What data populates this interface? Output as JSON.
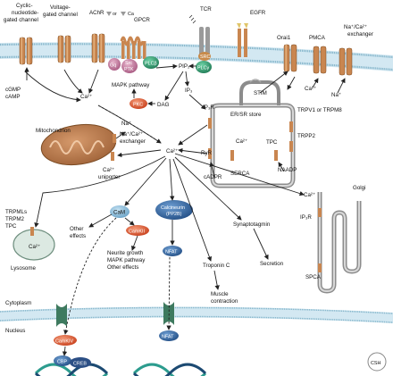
{
  "labels": {
    "cng_channel": "Cyclic-nucleotide-gated channel",
    "cng_line1": "Cyclic-",
    "cng_line2": "nucleotide-",
    "cng_line3": "gated channel",
    "vgc_line1": "Voltage-",
    "vgc_line2": "gated channel",
    "achr": "AChR",
    "or": "or",
    "ca2_top": "Ca",
    "gpcr": "GPCR",
    "tcr": "TCR",
    "egfr": "EGFR",
    "orai1": "Orai1",
    "pmca": "PMCA",
    "naca_ex_line1": "Na⁺/Ca²⁺",
    "naca_ex_line2": "exchanger",
    "cgmp": "cGMP",
    "camp": "cAMP",
    "ca_entry": "Ca²⁺",
    "gq": "Gq",
    "src_gpcr": "Src",
    "ptk": "PTK",
    "plcb": "PLCβ",
    "src_tcr": "SRC",
    "plcg": "PLCγ",
    "pip2": "PIP₂",
    "stim": "STIM",
    "mapk_pathway": "MAPK pathway",
    "pkc": "PKC",
    "dag": "DAG",
    "ip3": "IP₃",
    "ip3r": "IP₃R",
    "er_store": "ER/SR store",
    "trpv1_line1": "TRPV1 or TRPM8",
    "trpp2": "TRPP2",
    "ca_pmca": "Ca²⁺",
    "na_plus": "Na⁺",
    "mitochondrion": "Mitochondrion",
    "na_mito": "Na⁺",
    "naca_mito_line1": "Na⁺/Ca²⁺",
    "naca_mito_line2": "exchanger",
    "ca_center": "Ca²⁺",
    "ca_uniporter_line1": "Ca²⁺",
    "ca_uniporter_line2": "uniporter",
    "ryr": "RyR",
    "cadpr": "cADPR",
    "ca_er": "Ca²⁺",
    "tpc_er": "TPC",
    "serca": "SERCA",
    "naadp": "NAADP",
    "ca_golgi": "Ca²⁺",
    "golgi": "Golgi",
    "ip3r_golgi": "IP₃R",
    "spca": "SPCA",
    "trpmls": "TRPMLs",
    "trpm2": "TRPM2",
    "tpc_lyso": "TPC",
    "ca_lyso": "Ca²⁺",
    "lysosome": "Lysosome",
    "cam": "CaM",
    "other_effects_line1": "Other",
    "other_effects_line2": "effects",
    "camkii": "CamKII",
    "neurite_line1": "Neurite growth",
    "neurite_line2": "MAPK pathway",
    "neurite_line3": "Other effects",
    "calcineurin_line1": "Calcineurin",
    "calcineurin_line2": "(PP2B)",
    "nfat_cyto": "NFAT",
    "troponin": "Troponin C",
    "muscle_line1": "Muscle",
    "muscle_line2": "contraction",
    "synaptotagmin": "Synaptotagmin",
    "secretion": "Secretion",
    "cytoplasm": "Cytoplasm",
    "nucleus": "Nucleus",
    "camkiv": "CamKIV",
    "cbp": "CBP",
    "creb": "CREB",
    "nfat_nuc": "NFAT",
    "logo": "CSH"
  },
  "colors": {
    "membrane_band": "#d3e8f2",
    "membrane_lipid": "#87b7cc",
    "channel": "#c98650",
    "channel_dark": "#7a4a22",
    "mito_fill": "#b87a4e",
    "er_line": "#8c8c8c",
    "gq": "#b06a8a",
    "src_gpcr": "#c78ca8",
    "plc": "#2e9a6e",
    "src_tcr": "#c88a4a",
    "pkc": "#e1552f",
    "camkii": "#e1552f",
    "camkiv": "#e1552f",
    "cam": "#87b9d6",
    "calcineurin": "#3b6fa6",
    "nfat": "#3b6fa6",
    "cbp": "#3b6fa6",
    "creb": "#2c4f85",
    "dna_teal": "#2c9c8e",
    "dna_dark": "#1c4a72",
    "egfr": "#e0c56a",
    "tcr": "#9a9a9a"
  }
}
